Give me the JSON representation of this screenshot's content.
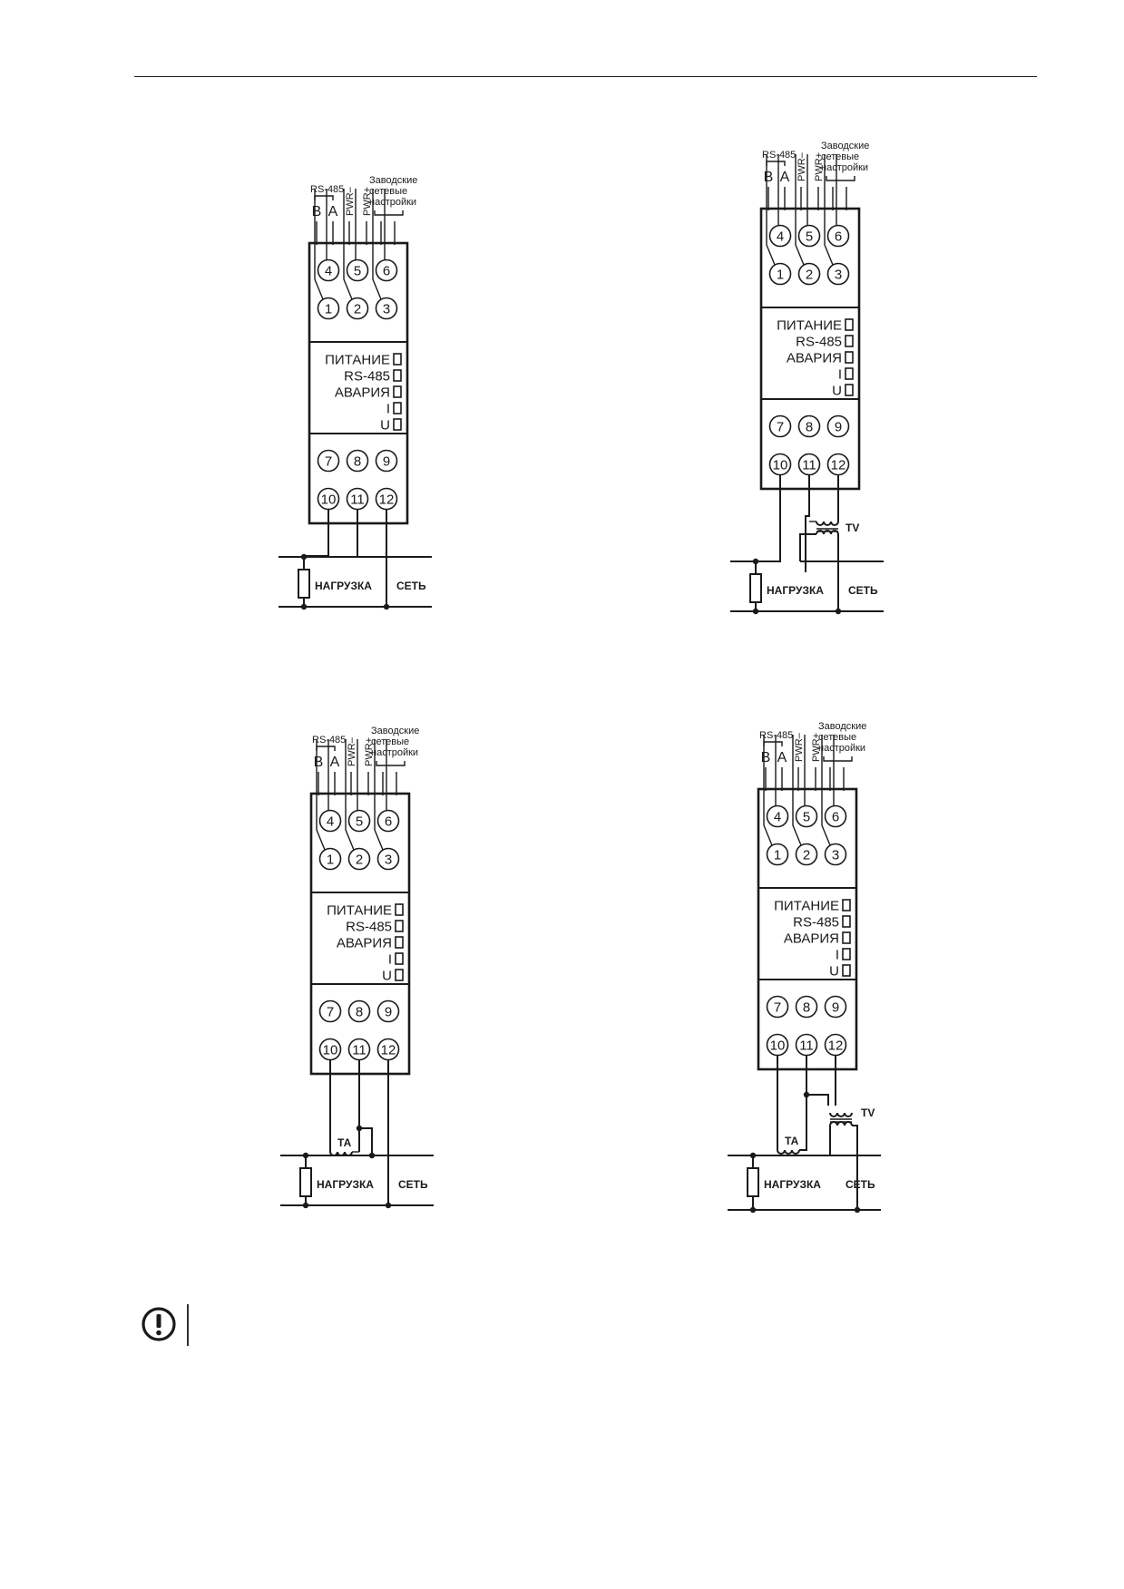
{
  "labels": {
    "rs485": "RS-485",
    "b": "B",
    "a": "A",
    "pwr_minus": "PWR–",
    "pwr_plus": "PWR+",
    "factory_line1": "Заводские",
    "factory_line2": "сетевые",
    "factory_line3": "настройки",
    "load": "НАГРУЗКА",
    "network": "СЕТЬ",
    "ta": "ТА",
    "tv": "TV"
  },
  "terminals": {
    "top_row": [
      "4",
      "5",
      "6"
    ],
    "second_row": [
      "1",
      "2",
      "3"
    ],
    "third_row": [
      "7",
      "8",
      "9"
    ],
    "bottom_row": [
      "10",
      "11",
      "12"
    ]
  },
  "indicators": [
    "ПИТАНИЕ",
    "RS-485",
    "АВАРИЯ",
    "I",
    "U"
  ],
  "diagrams": [
    {
      "id": "direct",
      "ta": false,
      "tv": false
    },
    {
      "id": "tv",
      "ta": false,
      "tv": true
    },
    {
      "id": "ta",
      "ta": true,
      "tv": false
    },
    {
      "id": "ta-tv",
      "ta": true,
      "tv": true
    }
  ],
  "colors": {
    "ink": "#1a1a1a",
    "paper": "#ffffff"
  },
  "icons": {
    "note": "exclamation-circle-icon"
  }
}
